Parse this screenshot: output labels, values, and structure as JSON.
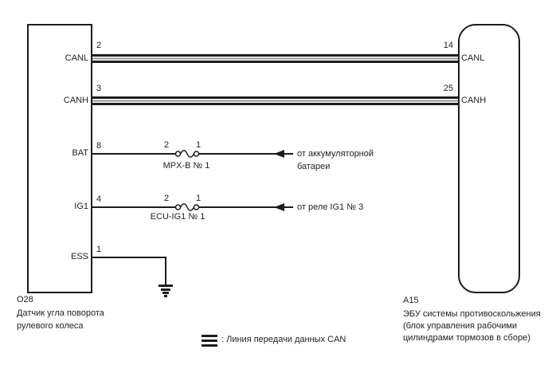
{
  "diagram_type": "automotive wiring diagram",
  "colors": {
    "background": "#ffffff",
    "line": "#1c1c1c",
    "can_bus_middle": "#8f9696",
    "text": "#222222"
  },
  "left_component": {
    "id": "O28",
    "desc_line1": "Датчик угла поворота",
    "desc_line2": "рулевого колеса",
    "pins": {
      "canl": {
        "label": "CANL",
        "num": "2"
      },
      "canh": {
        "label": "CANH",
        "num": "3"
      },
      "bat": {
        "label": "BAT",
        "num": "8"
      },
      "ig1": {
        "label": "IG1",
        "num": "4"
      },
      "ess": {
        "label": "ESS",
        "num": "1"
      }
    }
  },
  "right_component": {
    "id": "A15",
    "desc_line1": "ЭБУ системы противоскольжения",
    "desc_line2": "(блок управления рабочими",
    "desc_line3": "цилиндрами тормозов в сборе)",
    "pins": {
      "canl": {
        "label": "CANL",
        "num": "14"
      },
      "canh": {
        "label": "CANH",
        "num": "25"
      }
    }
  },
  "fuses": {
    "bat": {
      "label": "MPX-B № 1",
      "pin_in": "2",
      "pin_out": "1"
    },
    "ig1": {
      "label": "ECU-IG1 № 1",
      "pin_in": "2",
      "pin_out": "1"
    }
  },
  "sources": {
    "battery": {
      "line1": "от аккумуляторной",
      "line2": "батареи"
    },
    "ig1_relay": {
      "line1": "от реле IG1 № 3"
    }
  },
  "legend": {
    "label": ": Линия передачи данных CAN"
  }
}
